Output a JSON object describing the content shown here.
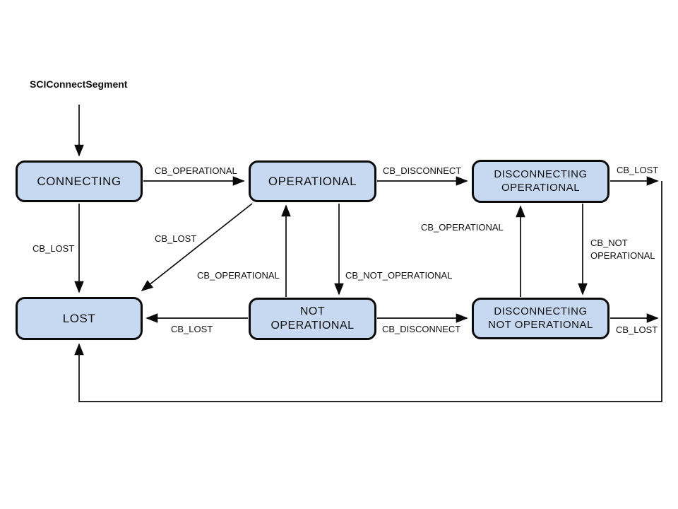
{
  "diagram": {
    "start_transition": {
      "label": "SCIConnectSegment"
    },
    "colors": {
      "node_fill": "#c6d9f0",
      "node_border": "#0a0a0a",
      "background": "#ffffff",
      "text": "#111111"
    },
    "nodes": [
      {
        "id": "connecting",
        "lines": [
          "CONNECTING"
        ]
      },
      {
        "id": "operational",
        "lines": [
          "OPERATIONAL"
        ]
      },
      {
        "id": "disconnecting-operational",
        "lines": [
          "DISCONNECTING",
          "OPERATIONAL"
        ]
      },
      {
        "id": "lost",
        "lines": [
          "LOST"
        ]
      },
      {
        "id": "not-operational",
        "lines": [
          "NOT",
          "OPERATIONAL"
        ]
      },
      {
        "id": "disconnecting-not-operational",
        "lines": [
          "DISCONNECTING",
          "NOT OPERATIONAL"
        ]
      }
    ],
    "edges": [
      {
        "from": "connecting",
        "to": "operational",
        "label": "CB_OPERATIONAL"
      },
      {
        "from": "operational",
        "to": "disconnecting-operational",
        "label": "CB_DISCONNECT"
      },
      {
        "from": "disconnecting-operational",
        "to": "lost",
        "label": "CB_LOST"
      },
      {
        "from": "connecting",
        "to": "lost",
        "label": "CB_LOST"
      },
      {
        "from": "operational",
        "to": "lost",
        "label": "CB_LOST"
      },
      {
        "from": "not-operational",
        "to": "operational",
        "label": "CB_OPERATIONAL"
      },
      {
        "from": "operational",
        "to": "not-operational",
        "label": "CB_NOT_OPERATIONAL"
      },
      {
        "from": "not-operational",
        "to": "lost",
        "label": "CB_LOST"
      },
      {
        "from": "not-operational",
        "to": "disconnecting-not-operational",
        "label": "CB_DISCONNECT"
      },
      {
        "from": "disconnecting-not-operational",
        "to": "disconnecting-operational",
        "label": "CB_OPERATIONAL"
      },
      {
        "from": "disconnecting-operational",
        "to": "disconnecting-not-operational",
        "label_lines": [
          "CB_NOT",
          "OPERATIONAL"
        ]
      },
      {
        "from": "disconnecting-not-operational",
        "to": "lost",
        "label": "CB_LOST"
      }
    ]
  }
}
